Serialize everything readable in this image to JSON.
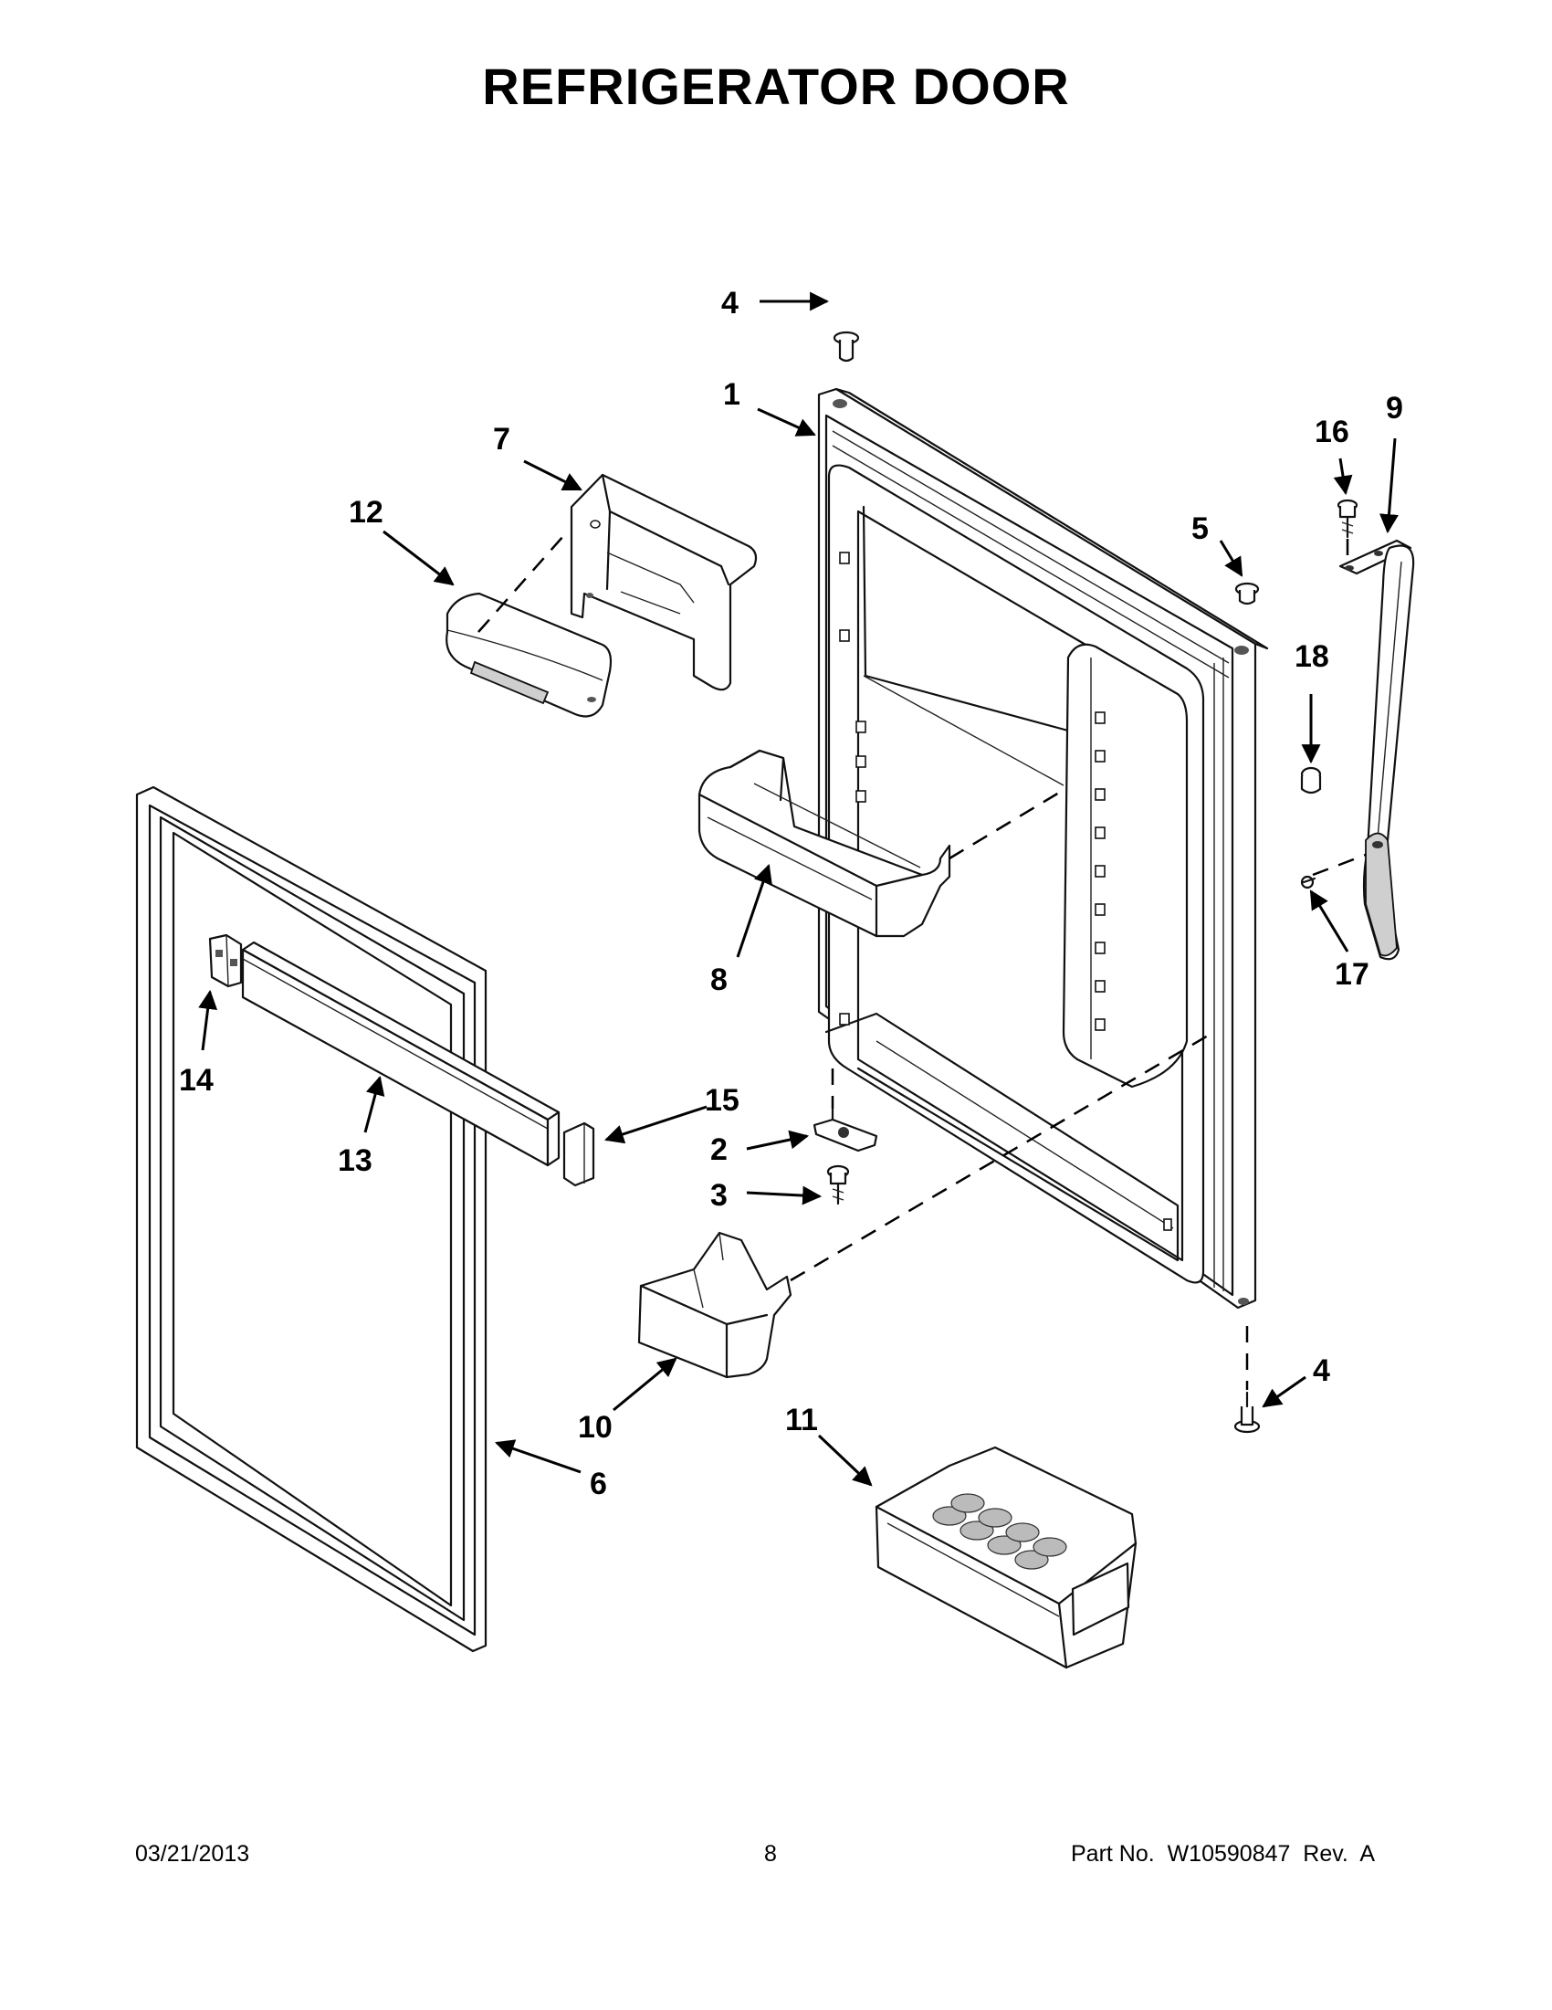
{
  "title": "REFRIGERATOR DOOR",
  "callouts": {
    "c1": "1",
    "c2": "2",
    "c3": "3",
    "c4_top": "4",
    "c4_bottom": "4",
    "c5": "5",
    "c6": "6",
    "c7": "7",
    "c8": "8",
    "c9": "9",
    "c10": "10",
    "c11": "11",
    "c12": "12",
    "c13": "13",
    "c14": "14",
    "c15": "15",
    "c16": "16",
    "c17": "17",
    "c18": "18"
  },
  "footer": {
    "date": "03/21/2013",
    "page": "8",
    "part": "Part No.  W10590847  Rev.  A"
  }
}
